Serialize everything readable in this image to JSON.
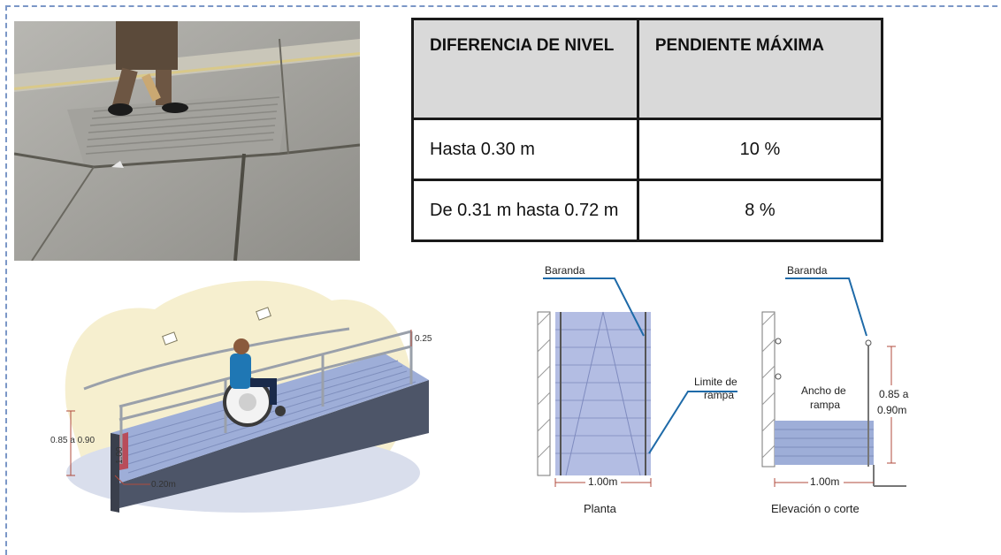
{
  "table": {
    "headers": [
      "DIFERENCIA DE NIVEL",
      "PENDIENTE MÁXIMA"
    ],
    "rows": [
      {
        "nivel": "Hasta 0.30 m",
        "pendiente": "10 %"
      },
      {
        "nivel": "De 0.31 m hasta 0.72 m",
        "pendiente": "8 %"
      }
    ]
  },
  "ramp_illustration": {
    "handrail_gap": "0.25",
    "handrail_height": "0.85 a 0.90",
    "low_rail": "1.00",
    "edge": "0.20m"
  },
  "planta": {
    "baranda": "Baranda",
    "limite_line1": "Limite de",
    "limite_line2": "rampa",
    "width": "1.00m",
    "caption": "Planta"
  },
  "elevacion": {
    "baranda": "Baranda",
    "ancho_line1": "Ancho de",
    "ancho_line2": "rampa",
    "height_line1": "0.85 a",
    "height_line2": "0.90m",
    "width": "1.00m",
    "caption": "Elevación o corte"
  },
  "colors": {
    "frame": "#7b97c7",
    "header_bg": "#d9d9d9",
    "ramp_fill": "#9eaed8",
    "callout": "#1e6aa8"
  }
}
